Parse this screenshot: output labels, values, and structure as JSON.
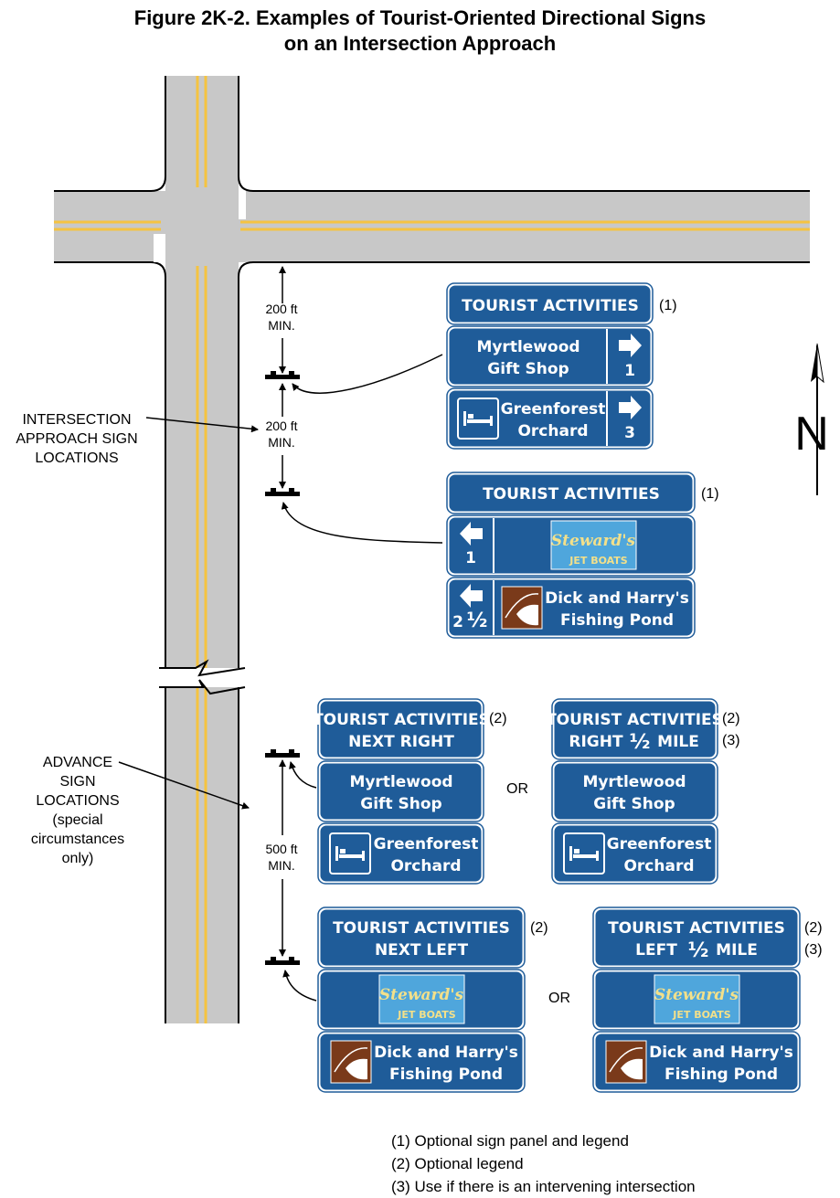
{
  "title": {
    "line1": "Figure 2K-2.  Examples of Tourist-Oriented Directional Signs",
    "line2": "on an Intersection Approach"
  },
  "labels": {
    "intersection": [
      "INTERSECTION",
      "APPROACH SIGN",
      "LOCATIONS"
    ],
    "advance": [
      "ADVANCE",
      "SIGN",
      "LOCATIONS",
      "(special",
      "circumstances",
      "only)"
    ],
    "dim_200": [
      "200 ft",
      "MIN."
    ],
    "dim_500": [
      "500 ft",
      "MIN."
    ],
    "or": "OR",
    "note1": "(1)",
    "note2": "(2)",
    "note3": "(3)",
    "north": "N"
  },
  "signs": {
    "tourist_activities": "TOURIST ACTIVITIES",
    "next_right": "NEXT RIGHT",
    "next_left": "NEXT LEFT",
    "right_half_mile": [
      "RIGHT",
      "½",
      "MILE"
    ],
    "left_half_mile": [
      "LEFT",
      "½",
      "MILE"
    ],
    "myrtlewood": [
      "Myrtlewood",
      "Gift Shop"
    ],
    "greenforest": [
      "Greenforest",
      "Orchard"
    ],
    "fishing": [
      "Dick and Harry's",
      "Fishing Pond"
    ],
    "stewards": [
      "Steward's",
      "JET BOATS"
    ],
    "dist_1": "1",
    "dist_3": "3",
    "dist_2half": [
      "2",
      "½"
    ]
  },
  "legend": [
    "(1) Optional sign panel and legend",
    "(2) Optional legend",
    "(3) Use if there is an intervening intersection"
  ],
  "colors": {
    "sign_blue": "#1f5c99",
    "road_gray": "#c8c8c8",
    "lane_yellow": "#f5c341",
    "logo_blue": "#4fa6dc",
    "logo_text": "#f3e08a",
    "symbol_brown": "#7a3a1a"
  }
}
